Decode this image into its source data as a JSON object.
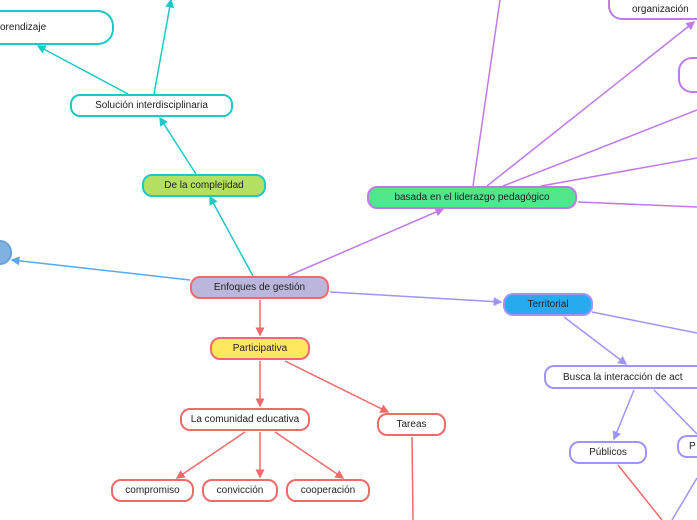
{
  "root": {
    "label": "Enfoques de gestión"
  },
  "complejidad": {
    "label": "De la complejidad",
    "children": {
      "solucion": "Solución interdisciplinaria",
      "aprendizaje": "orendizaje"
    }
  },
  "liderazgo": {
    "label": "basada en el liderazgo pedagógico",
    "children": {
      "organizacion": "organización"
    }
  },
  "participativa": {
    "label": "Participativa",
    "children": {
      "comunidad": "La comunidad educativa",
      "tareas": "Tareas",
      "values": [
        "compromiso",
        "convicción",
        "cooperación"
      ]
    }
  },
  "territorial": {
    "label": "Territorial",
    "children": {
      "busca": "Busca la interacción de act",
      "publicos": "Públicos",
      "p": "P"
    }
  },
  "colors": {
    "cyan": "#1ec8c8",
    "purple": "#c07ae8",
    "lavender": "#9f94ff",
    "red": "#f06a6a",
    "blue": "#5aa8f0"
  }
}
